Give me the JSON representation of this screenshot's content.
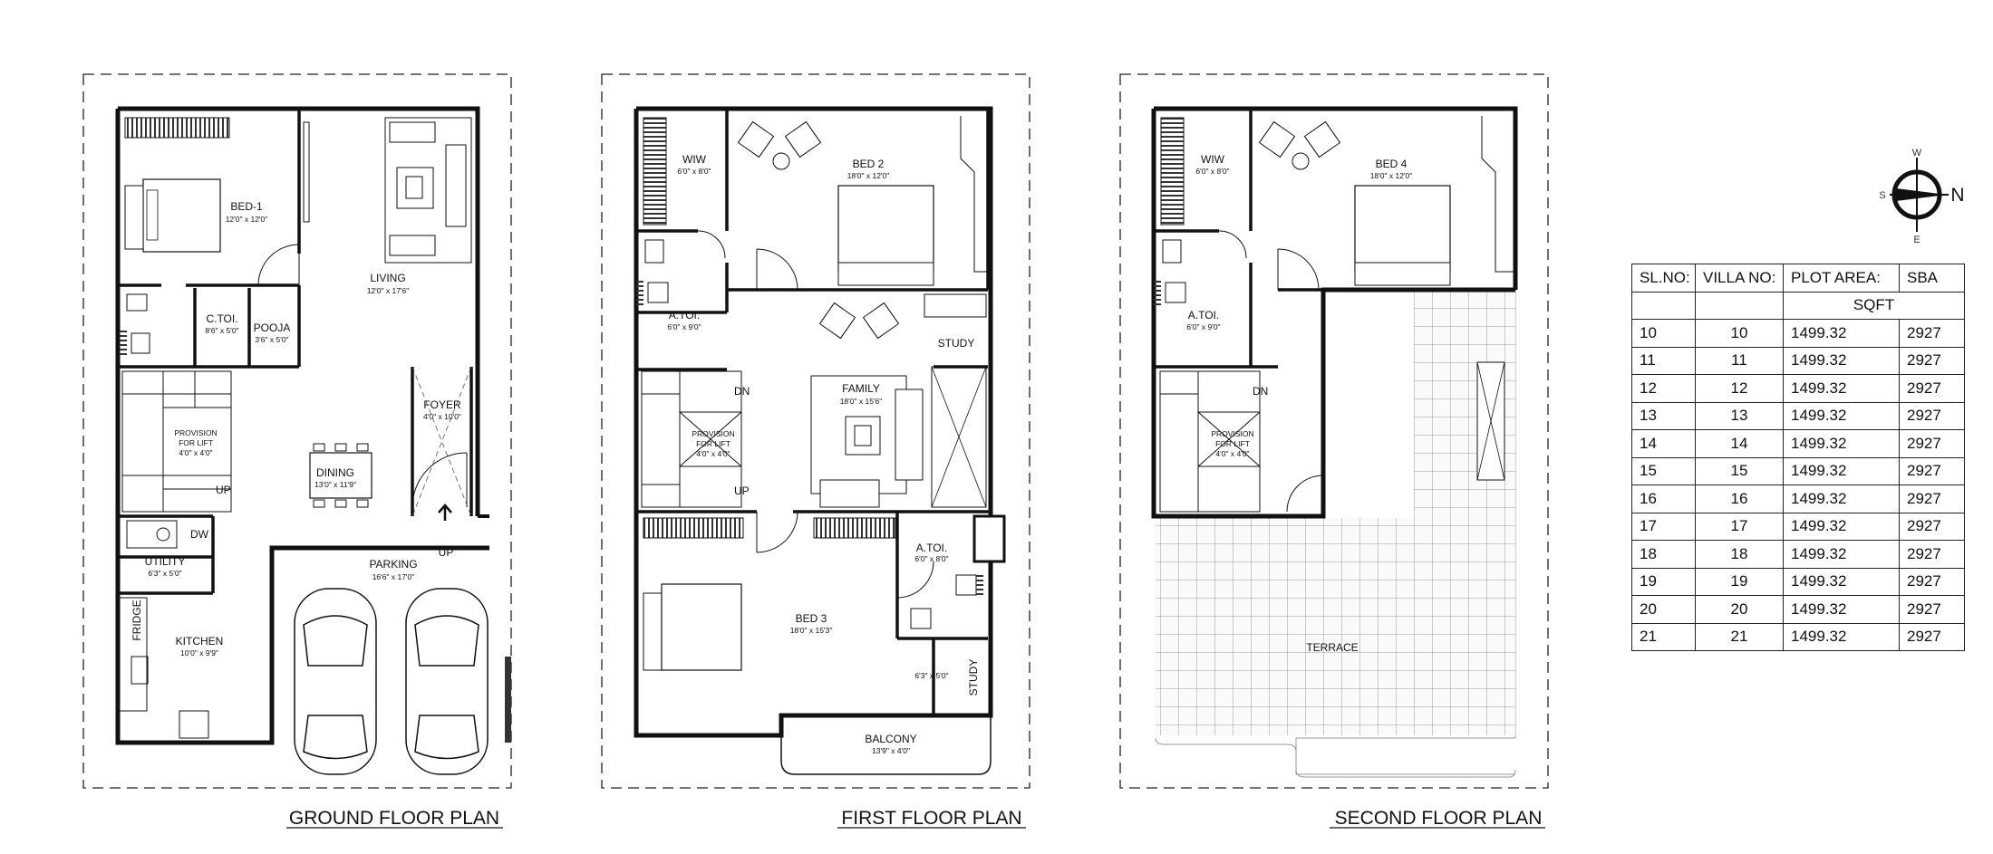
{
  "titles": {
    "ground": "GROUND FLOOR PLAN",
    "first": "FIRST FLOOR PLAN",
    "second": "SECOND FLOOR PLAN"
  },
  "ground_rooms": {
    "bed1": {
      "name": "BED-1",
      "dim": "12'0\" x 12'0\""
    },
    "living": {
      "name": "LIVING",
      "dim": "12'0\" x 17'6\""
    },
    "ctoi": {
      "name": "C.TOI.",
      "dim": "8'6\" x 5'0\""
    },
    "pooja": {
      "name": "POOJA",
      "dim": "3'6\" x 5'0\""
    },
    "foyer": {
      "name": "FOYER",
      "dim": "4'0\" x 10'0\""
    },
    "lift": {
      "name1": "PROVISION",
      "name2": "FOR LIFT",
      "dim": "4'0\" x 4'0\""
    },
    "dining": {
      "name": "DINING",
      "dim": "13'0\" x 11'9\""
    },
    "up": "UP",
    "entry_up": "UP",
    "dw": "DW",
    "utility": {
      "name": "UTILITY",
      "dim": "6'3\" x 5'0\""
    },
    "parking": {
      "name": "PARKING",
      "dim": "16'6\" x 17'0\""
    },
    "fridge": "FRIDGE",
    "kitchen": {
      "name": "KITCHEN",
      "dim": "10'0\" x 9'9\""
    }
  },
  "first_rooms": {
    "wiw": {
      "name": "WIW",
      "dim": "6'0\" x 8'0\""
    },
    "bed2": {
      "name": "BED 2",
      "dim": "18'0\" x 12'0\""
    },
    "atoi1": {
      "name": "A.TOI.",
      "dim": "6'0\" x 9'0\""
    },
    "study1": {
      "name": "STUDY"
    },
    "family": {
      "name": "FAMILY",
      "dim": "18'0\" x 15'6\""
    },
    "dn": "DN",
    "lift": {
      "name1": "PROVISION",
      "name2": "FOR LIFT",
      "dim": "4'0\" x 4'0\""
    },
    "up": "UP",
    "atoi2": {
      "name": "A.TOI.",
      "dim": "6'0\" x 8'0\""
    },
    "bed3": {
      "name": "BED 3",
      "dim": "18'0\" x 15'3\""
    },
    "study2": {
      "name": "STUDY",
      "dim": "6'3\" x 5'0\""
    },
    "balcony": {
      "name": "BALCONY",
      "dim": "13'9\" x 4'0\""
    }
  },
  "second_rooms": {
    "wiw": {
      "name": "WIW",
      "dim": "6'0\" x 8'0\""
    },
    "bed4": {
      "name": "BED 4",
      "dim": "18'0\" x 12'0\""
    },
    "atoi": {
      "name": "A.TOI.",
      "dim": "6'0\" x 9'0\""
    },
    "dn": "DN",
    "lift": {
      "name1": "PROVISION",
      "name2": "FOR LIFT",
      "dim": "4'0\" x 4'0\""
    },
    "terrace": {
      "name": "TERRACE"
    }
  },
  "compass": {
    "w": "W",
    "s": "S",
    "n": "N",
    "e": "E"
  },
  "table": {
    "headers": [
      "SL.NO:",
      "VILLA NO:",
      "PLOT AREA:",
      "SBA"
    ],
    "unit": "SQFT",
    "rows": [
      [
        "10",
        "10",
        "1499.32",
        "2927"
      ],
      [
        "11",
        "11",
        "1499.32",
        "2927"
      ],
      [
        "12",
        "12",
        "1499.32",
        "2927"
      ],
      [
        "13",
        "13",
        "1499.32",
        "2927"
      ],
      [
        "14",
        "14",
        "1499.32",
        "2927"
      ],
      [
        "15",
        "15",
        "1499.32",
        "2927"
      ],
      [
        "16",
        "16",
        "1499.32",
        "2927"
      ],
      [
        "17",
        "17",
        "1499.32",
        "2927"
      ],
      [
        "18",
        "18",
        "1499.32",
        "2927"
      ],
      [
        "19",
        "19",
        "1499.32",
        "2927"
      ],
      [
        "20",
        "20",
        "1499.32",
        "2927"
      ],
      [
        "21",
        "21",
        "1499.32",
        "2927"
      ]
    ]
  }
}
